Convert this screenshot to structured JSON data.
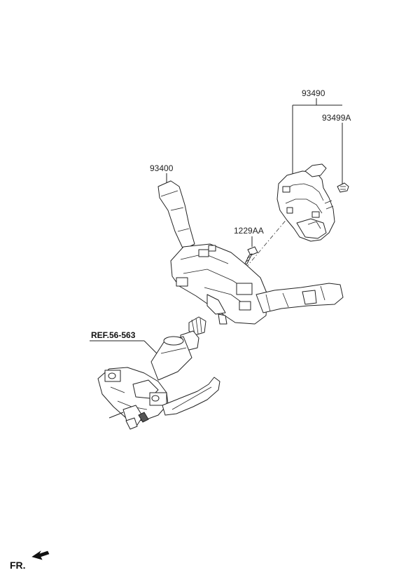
{
  "labels": {
    "clock_spring": "93490",
    "clock_spring_clip": "93499A",
    "multifunction_switch": "93400",
    "screw": "1229AA",
    "steering_column_ref": "REF.56-563",
    "front_marker": "FR."
  },
  "colors": {
    "line": "#222222",
    "fill": "#ffffff",
    "background": "#ffffff"
  }
}
